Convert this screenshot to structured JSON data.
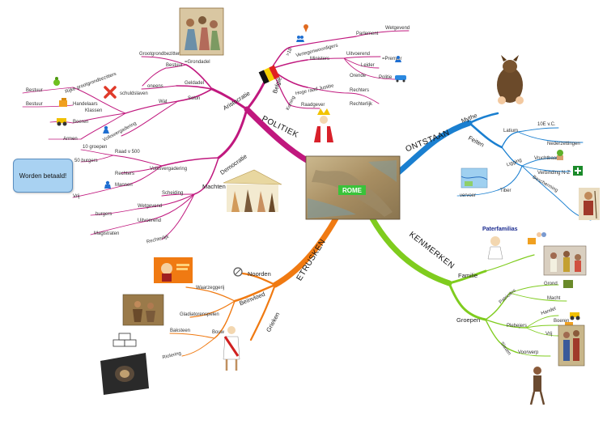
{
  "center": {
    "label": "ROME"
  },
  "note": {
    "text": "Worden betaald!"
  },
  "colors": {
    "politiek": "#c0187e",
    "ontstaan": "#1a7fd0",
    "kenmerken": "#7fcc1e",
    "etrusken": "#f07a12",
    "note_bg": "#a9d2f2"
  },
  "branches": {
    "politiek": {
      "label": "POLITIEK",
      "aristocratie": {
        "label": "Aristocratie",
        "grondadel": "=Grondadel",
        "grootgrondbezitters": "Grootgrondbezitters",
        "bestuur": "Bestuur",
        "geldadel": "Geldadel",
        "oneens": "oneens",
        "wat": "Wat",
        "solon": "Solon",
        "schuldslaven": "schuldslaven",
        "klassen": "Klassen",
        "rijke_grootgrondbezitters": "Rijke grootgrondbezitters",
        "handelaars": "Handelaars",
        "bestuur2": "Bestuur",
        "bestuur3": "Bestuur",
        "boeren": "Boeren",
        "armen": "Armen",
        "volksvergadering": "Volksvergadering"
      },
      "belgie": {
        "label": "België",
        "ouder18": ">18",
        "vertegenwoordigers": "Vertegenwoordigers",
        "parlement": "Parlement",
        "wetgevend": "Wetgevend",
        "ministers": "Ministers",
        "uitvoerend": "Uitvoerend",
        "leider": "Leider",
        "premier": "=Premier",
        "orende": "Orende",
        "politie": "Politie",
        "hoge_raad": "Hoge raad Justitie",
        "rechters": "Rechters",
        "rechterlijk": "Rechterlijk",
        "koning": "Koning",
        "raadgever": "Raadgever"
      },
      "democratie": {
        "label": "Democratie",
        "volksvergadering": "Volksvergadering",
        "raad500": "Raad v 500",
        "groepen10": "10 groepen",
        "burgers50": "50 burgers",
        "rechters": "Rechters",
        "mannen": "Mannen",
        "vrij": "Vrij",
        "machten": "Machten",
        "scheiding": "Scheiding",
        "wetgevend": "Wetgevend",
        "burgers": "burgers",
        "uitvoerend": "Uitvoerend",
        "magistraten": "Magistraten",
        "rechterlijk": "Rechterlijk"
      }
    },
    "ontstaan": {
      "label": "ONTSTAAN",
      "mythe": "Mythe",
      "feiten": "Feiten",
      "latium": "Latium",
      "ve_chr": "10E v.C.",
      "nederzettingen": "Nederzettingen",
      "ligging": "Ligging",
      "vruchtbaar": "Vruchtbaar",
      "verbinding": "Verbinding N-Z",
      "tiber": "Tiber",
      "vervoer": "vervoer",
      "bescherming": "Bescherming"
    },
    "kenmerken": {
      "label": "KENMERKEN",
      "familie": "Familie",
      "paterfamilias": "Paterfamilias",
      "groepen": "Groepen",
      "patriciers": "Patriciërs",
      "grond": "Grond",
      "macht": "Macht",
      "plebejers": "Plebejers",
      "handel": "Handel",
      "boeren": "Boeren",
      "vrij": "Vrij",
      "slaven": "Slaven",
      "voorwerp": "Voorwerp"
    },
    "etrusken": {
      "label": "ETRUSKEN",
      "noorden": "Noorden",
      "beinvloed": "Beïnvloed",
      "waarzeggerij": "Waarzeggerij",
      "gladiatorenspelen": "Gladiatorenspelen",
      "bouw": "Bouw",
      "baksteen": "Baksteen",
      "riolering": "Riolering",
      "grieken": "Grieken"
    }
  }
}
